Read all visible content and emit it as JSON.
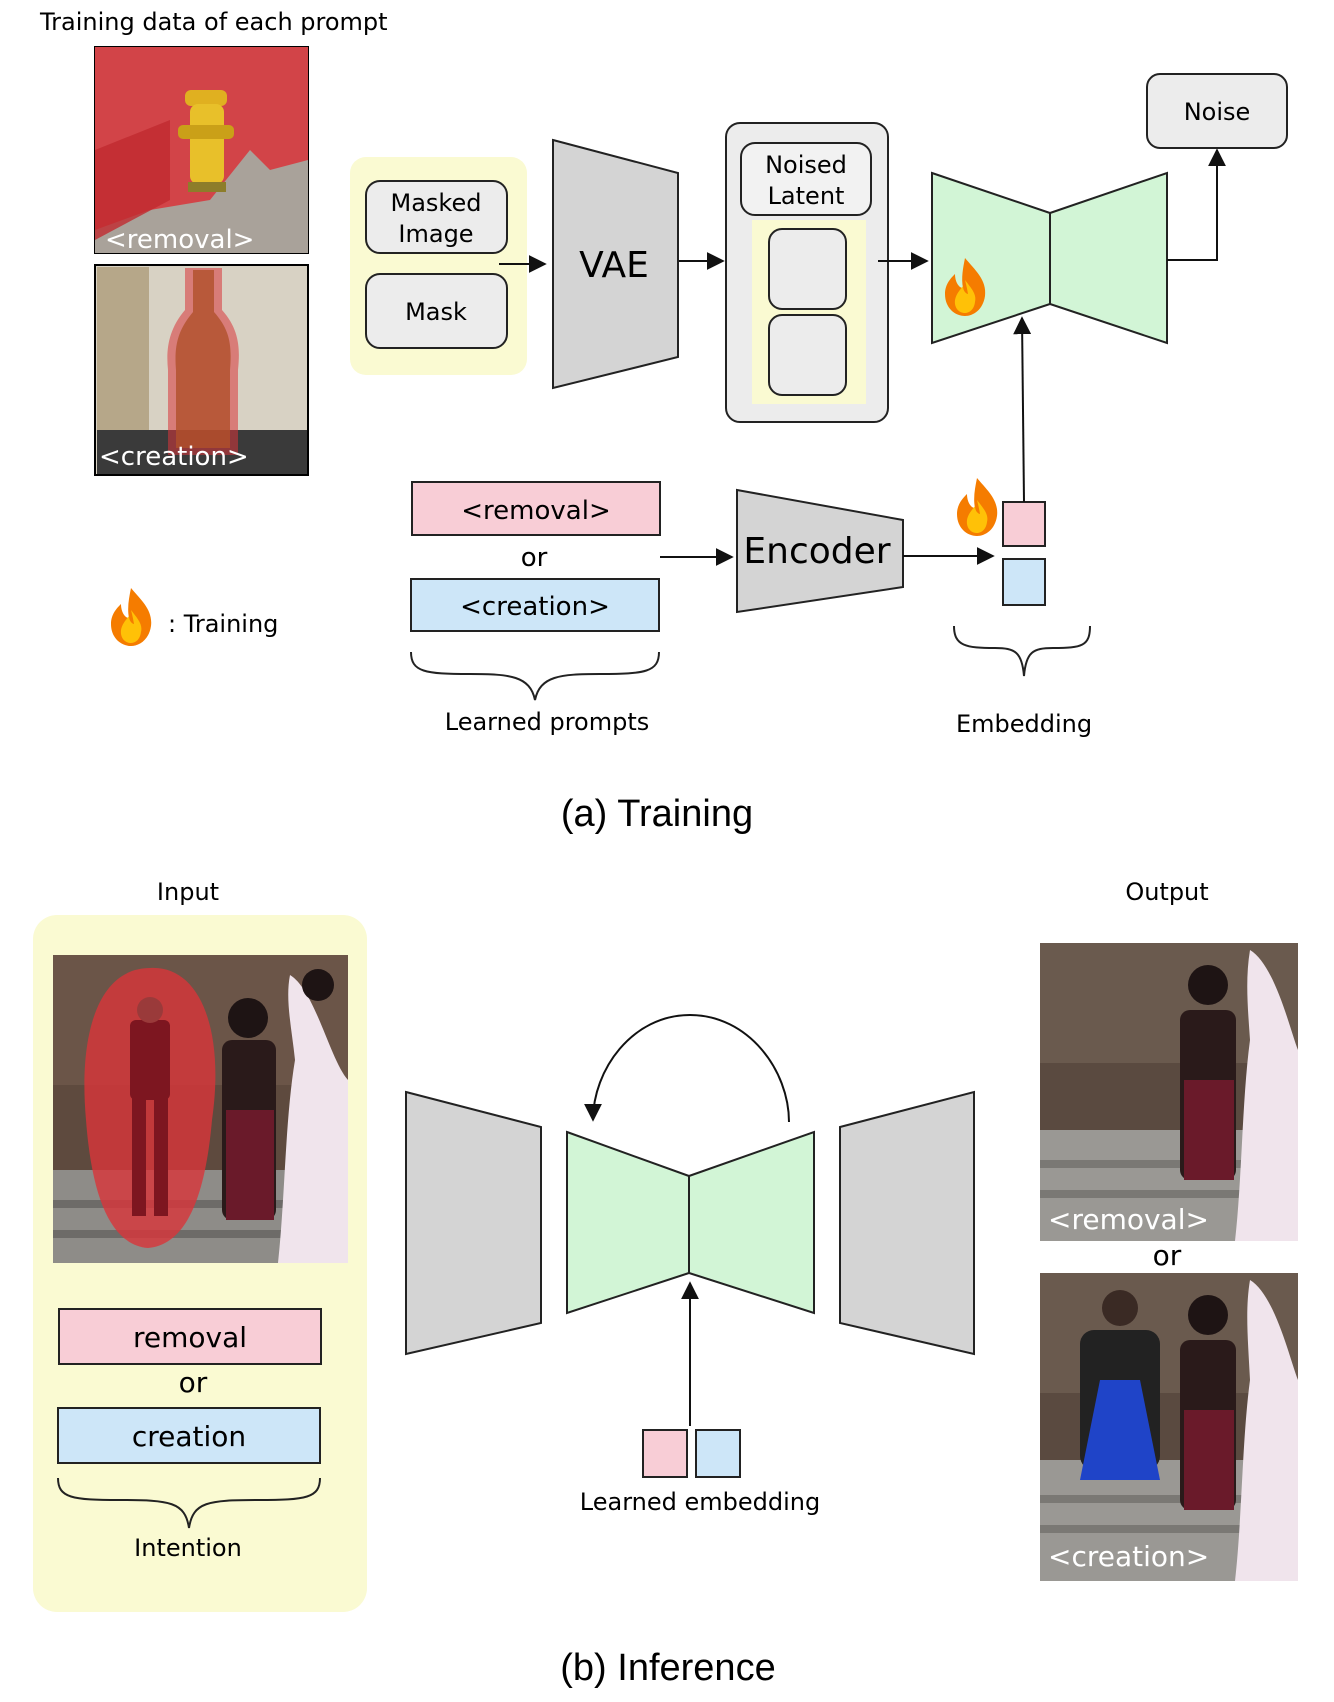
{
  "training": {
    "data_title": "Training data of each prompt",
    "removal_tag": "<removal>",
    "creation_tag": "<creation>",
    "masked_image": [
      "Masked",
      "Image"
    ],
    "mask": "Mask",
    "vae": "VAE",
    "noised_latent": [
      "Noised",
      "Latent"
    ],
    "noise": "Noise",
    "prompt_removal": "<removal>",
    "or": "or",
    "prompt_creation": "<creation>",
    "encoder": "Encoder",
    "learned_prompts": "Learned prompts",
    "embedding": "Embedding",
    "legend_text": ": Training",
    "caption": "(a) Training"
  },
  "inference": {
    "input_title": "Input",
    "output_title": "Output",
    "removal": "removal",
    "or": "or",
    "creation": "creation",
    "intention": "Intention",
    "learned_embedding": "Learned embedding",
    "out_removal_tag": "<removal>",
    "out_or": "or",
    "out_creation_tag": "<creation>",
    "caption": "(b) Inference"
  },
  "colors": {
    "yellow_panel": "#fafad2",
    "pink": "#f8cdd6",
    "blue": "#cde6f8",
    "green": "#d2f5d6",
    "gray_block": "#d4d4d4",
    "mask_red": "#d9343a"
  }
}
